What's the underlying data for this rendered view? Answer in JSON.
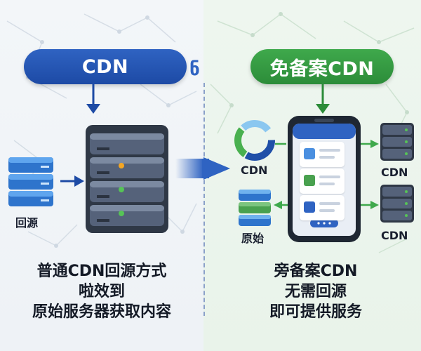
{
  "left": {
    "pill_label": "CDN",
    "origin_label": "回源",
    "text_lines": [
      "普通CDN回源方式",
      "啦效到",
      "原始服务器获取内容"
    ]
  },
  "right": {
    "pill_label": "免备案CDN",
    "cdn_label_left": "CDN",
    "origin_label": "原始",
    "cdn_label_right_top": "CDN",
    "cdn_label_right_bottom": "CDN",
    "text_lines": [
      "旁备案CDN",
      "无需回源",
      "即可提供服务"
    ]
  },
  "icons": {
    "separator": "ნ"
  },
  "colors": {
    "cdn_blue": "#2f63c2",
    "free_green": "#3fa94c",
    "server_dark": "#3e4a5a",
    "origin_blue": "#3c86db"
  }
}
